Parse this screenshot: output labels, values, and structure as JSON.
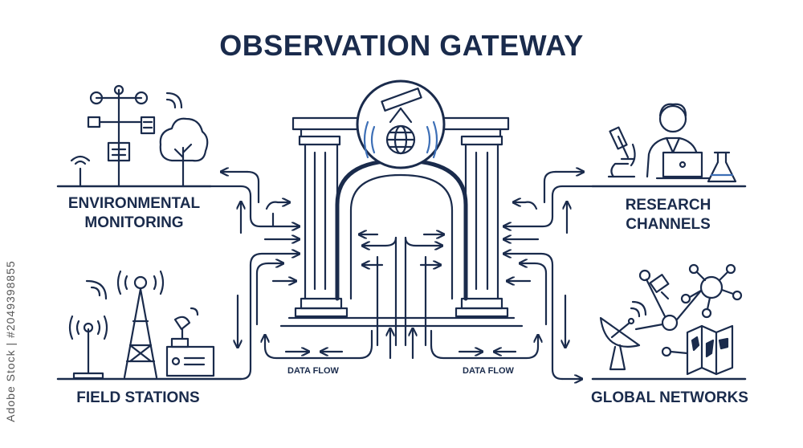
{
  "title": "OBSERVATION GATEWAY",
  "nodes": {
    "environmental": [
      "ENVIRONMENTAL",
      "MONITORING"
    ],
    "field": "FIELD STATIONS",
    "research": [
      "RESEARCH",
      "CHANNELS"
    ],
    "global": "GLOBAL NETWORKS"
  },
  "flow_labels": [
    "DATA FLOW",
    "DATA FLOW"
  ],
  "watermark_id": "Adobe Stock | #2049398855",
  "colors": {
    "navy": "#1a2b4c",
    "accent": "#3d6fb6",
    "gray": "#555555"
  }
}
